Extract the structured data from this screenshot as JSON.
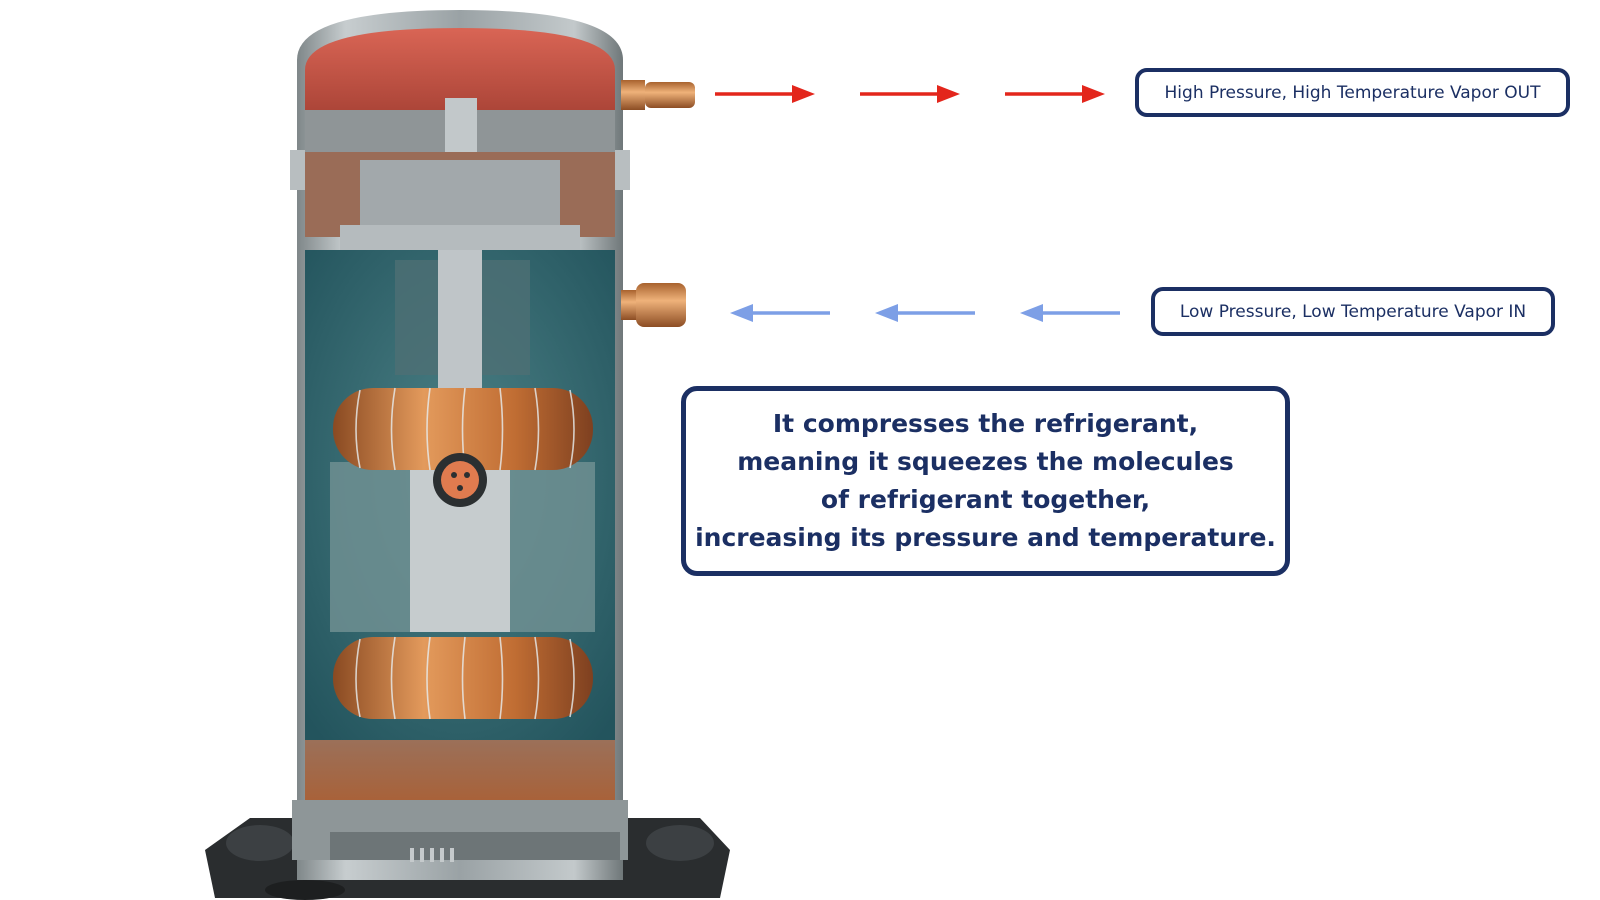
{
  "labels": {
    "out": "High Pressure, High Temperature Vapor OUT",
    "in": "Low Pressure, Low Temperature Vapor IN"
  },
  "description": {
    "lines": [
      "It compresses the refrigerant,",
      "meaning it squeezes the molecules",
      "of refrigerant together,",
      "increasing its pressure and temperature."
    ]
  },
  "colors": {
    "out_arrow": "#e3261c",
    "in_arrow": "#7d9fe6",
    "label_border": "#1b2f63",
    "refrigerant": "#2f6570",
    "copper": "#c7753b",
    "hot_vapor": "#c24a3a"
  }
}
